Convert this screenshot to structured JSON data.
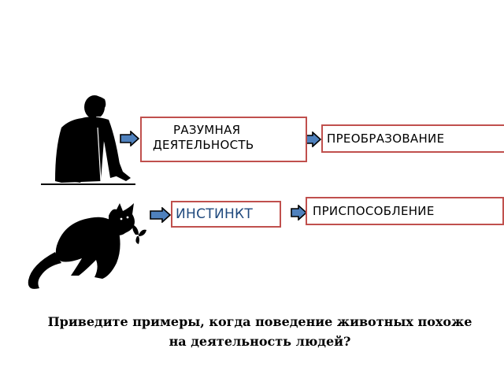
{
  "diagram": {
    "human_row": {
      "figure_icon": "man-leaning-on-table-silhouette",
      "box1": {
        "line1": "РАЗУМНАЯ",
        "line2": "ДЕЯТЕЛЬНОСТЬ"
      },
      "box2": "ПРЕОБРАЗОВАНИЕ"
    },
    "animal_row": {
      "figure_icon": "cat-with-butterfly-silhouette",
      "box1": "ИНСТИНКТ",
      "box2": "ПРИСПОСОБЛЕНИЕ"
    },
    "colors": {
      "box_border": "#c0504d",
      "arrow_fill": "#4f81bd",
      "instinct_text": "#1f497d"
    }
  },
  "question": {
    "line1": "Приведите примеры, когда поведение животных похоже",
    "line2": "на деятельность людей?"
  }
}
